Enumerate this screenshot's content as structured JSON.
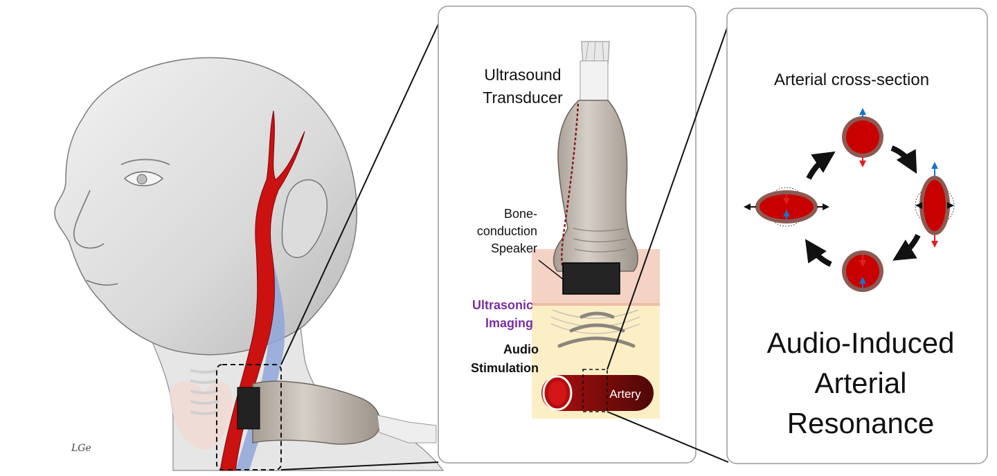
{
  "labels": {
    "transducer": [
      "Ultrasound",
      "Transducer"
    ],
    "speaker": [
      "Bone-",
      "conduction",
      "Speaker"
    ],
    "imaging": [
      "Ultrasonic",
      "Imaging"
    ],
    "stimulation": [
      "Audio",
      "Stimulation"
    ],
    "artery": "Artery",
    "cross_section_title": "Arterial cross-section",
    "headline": [
      "Audio-Induced",
      "Arterial",
      "Resonance"
    ],
    "signature": "LGe"
  },
  "colors": {
    "artery_red": "#cc1111",
    "artery_dark": "#6b0d0d",
    "vein_blue": "#8fa6d8",
    "probe_gray": "#c9c1b8",
    "speaker_black": "#222222",
    "skin_pink": "#f4d2c4",
    "tissue_yellow": "#fcefc6",
    "imaging_purple": "#7a2fa0",
    "expand_blue": "#1a73c9",
    "contract_red": "#e02020",
    "vessel_wall": "#8c5a52"
  }
}
